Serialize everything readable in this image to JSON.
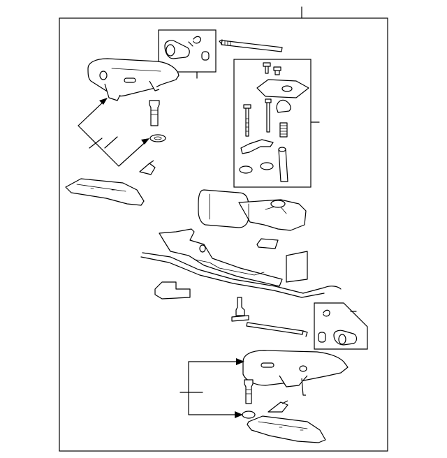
{
  "diagram": {
    "leaders": [
      "main-callout",
      "hook-kit-callout",
      "actuator-kit-callout",
      "lower-kit-callout",
      "striker-arrow-callout",
      "lower-striker-callout"
    ]
  }
}
